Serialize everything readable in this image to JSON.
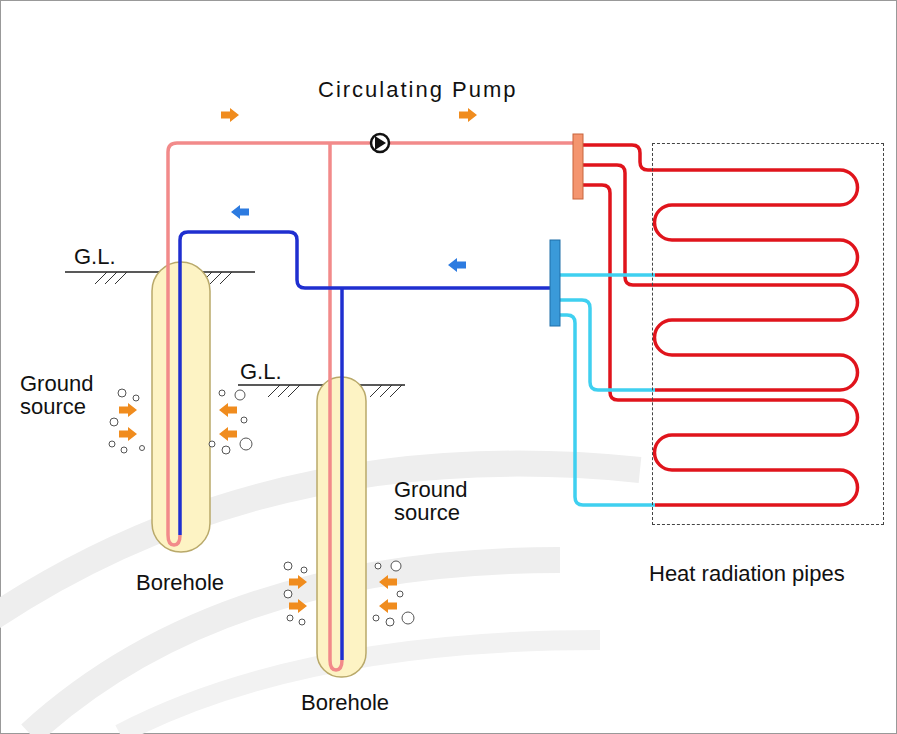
{
  "diagram": {
    "nodes": [
      {
        "text": [
          "Borehole"
        ]
      },
      {
        "text": [
          "Borehole"
        ]
      },
      {
        "text": [
          "Heat radiation pipes"
        ]
      }
    ],
    "labels": [
      "Circulating Pump",
      "G.L.",
      "G.L.",
      "Ground source",
      "Ground source"
    ]
  }
}
